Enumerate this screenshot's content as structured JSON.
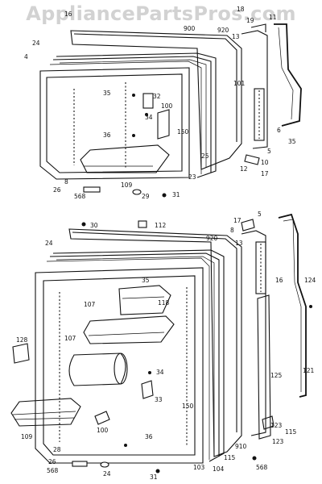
{
  "watermark": "AppliancePartsPros.com",
  "upper_door": {
    "callouts": [
      "18",
      "16",
      "19",
      "11",
      "900",
      "920",
      "13",
      "24",
      "4",
      "32",
      "35",
      "100",
      "34",
      "36",
      "150",
      "101",
      "5",
      "6",
      "35",
      "25",
      "23",
      "12",
      "10",
      "17",
      "8",
      "109",
      "31",
      "26",
      "568",
      "29"
    ]
  },
  "lower_door": {
    "callouts": [
      "30",
      "112",
      "17",
      "5",
      "24",
      "920",
      "8",
      "13",
      "35",
      "107",
      "118",
      "107",
      "124",
      "16",
      "128",
      "34",
      "33",
      "36",
      "150",
      "100",
      "109",
      "28",
      "26",
      "568",
      "24",
      "31",
      "121",
      "125",
      "123",
      "115",
      "123",
      "568",
      "910",
      "104",
      "103",
      "115"
    ]
  }
}
